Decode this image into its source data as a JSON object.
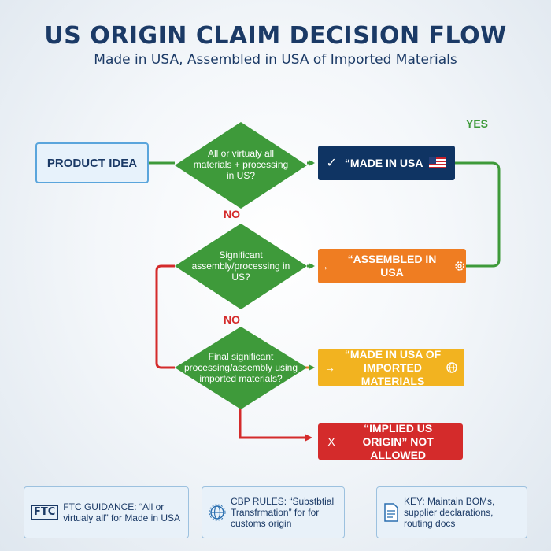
{
  "header": {
    "title": "US ORIGIN CLAIM DECISION FLOW",
    "subtitle": "Made in USA, Assembled in USA of Imported Materials"
  },
  "start": {
    "label": "PRODUCT IDEA"
  },
  "decisions": [
    {
      "text": "All or virtualy all materials + processing in US?"
    },
    {
      "text": "Significant assembly/processing in US?"
    },
    {
      "text": "Final significant processing/assembly using imported materials?"
    }
  ],
  "results": {
    "made_in_usa": {
      "icon": "✓",
      "label": "“MADE IN USA"
    },
    "assembled": {
      "icon": "→",
      "label": "“ASSEMBLED IN USA"
    },
    "imported": {
      "icon": "→",
      "label": "“MADE IN USA OF IMPORTED MATERIALS"
    },
    "not_allowed": {
      "icon": "X",
      "label": "“IMPLIED US ORIGIN” NOT ALLOWED"
    }
  },
  "edge_labels": {
    "yes": "YES",
    "no_1": "NO",
    "no_2": "NO"
  },
  "notes": [
    {
      "icon": "ftc-badge-icon",
      "badge": "FTC",
      "text": "FTC GUIDANCE: “All or virtualy all” for Made in USA"
    },
    {
      "icon": "globe-icon",
      "text": "CBP RULES: “Substbtial Transfrmation” for for customs origin"
    },
    {
      "icon": "document-icon",
      "text": "KEY: Maintain BOMs, supplier declarations, routing docs"
    }
  ],
  "colors": {
    "navy": "#0f3463",
    "green": "#3e9a3a",
    "orange": "#ef7d22",
    "yellow": "#f2b320",
    "red": "#d42b2b",
    "title": "#1b3a66"
  }
}
